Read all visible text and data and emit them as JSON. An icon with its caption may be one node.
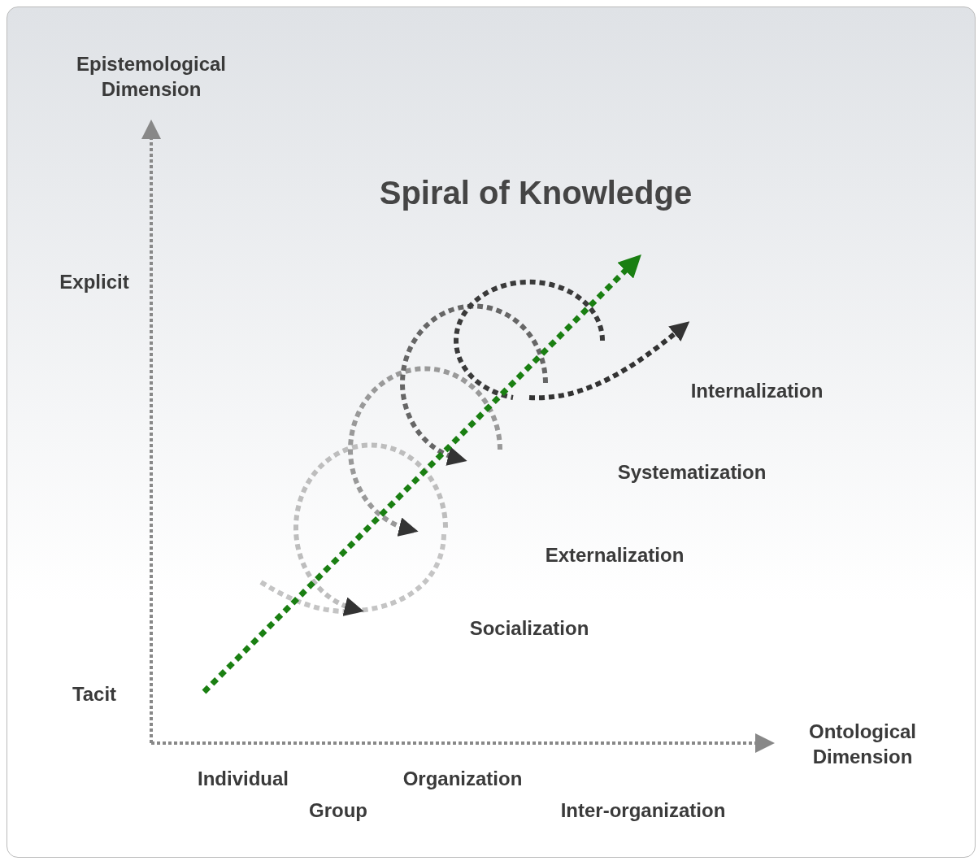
{
  "diagram": {
    "title": "Spiral of Knowledge",
    "labels": [
      "Epistemological Dimension",
      "Explicit",
      "Internalization",
      "Systematization",
      "Externalization",
      "Socialization",
      "Tacit",
      "Ontological Dimension",
      "Individual",
      "Organization",
      "Group",
      "Inter-organization"
    ]
  }
}
